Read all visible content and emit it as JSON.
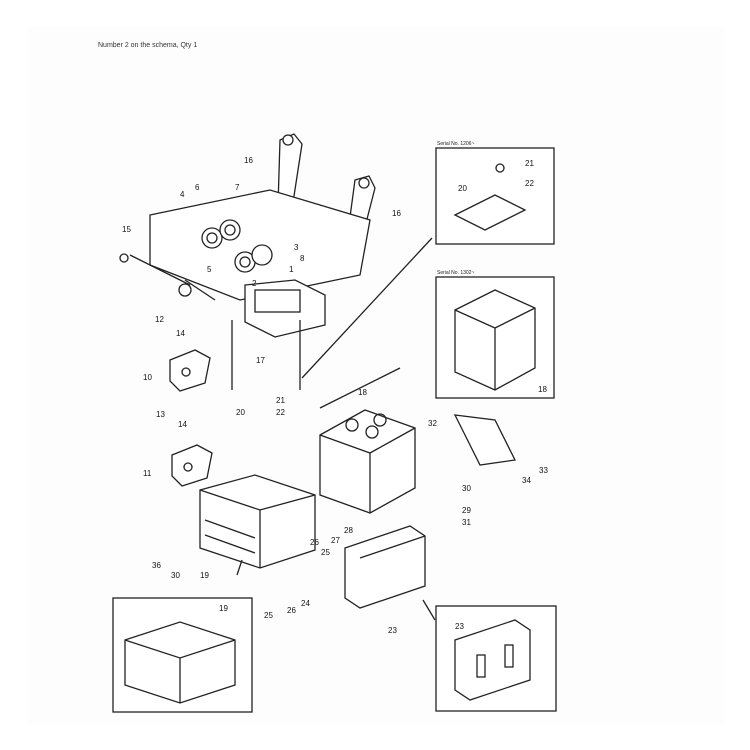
{
  "caption": "Number 2 on the schema, Qty 1",
  "insets": {
    "plate": {
      "serial_label": "Serial No. 1206~"
    },
    "box": {
      "serial_label": "Serial No. 1302~"
    }
  },
  "callouts": [
    "16",
    "16",
    "4",
    "6",
    "7",
    "15",
    "3",
    "8",
    "1",
    "2",
    "5",
    "17",
    "12",
    "14",
    "10",
    "13",
    "14",
    "11",
    "20",
    "21",
    "22",
    "18",
    "32",
    "33",
    "34",
    "30",
    "29",
    "31",
    "28",
    "27",
    "26",
    "25",
    "36",
    "30",
    "19",
    "25",
    "26",
    "24",
    "23",
    "19",
    "23",
    "20",
    "21",
    "22",
    "18"
  ]
}
